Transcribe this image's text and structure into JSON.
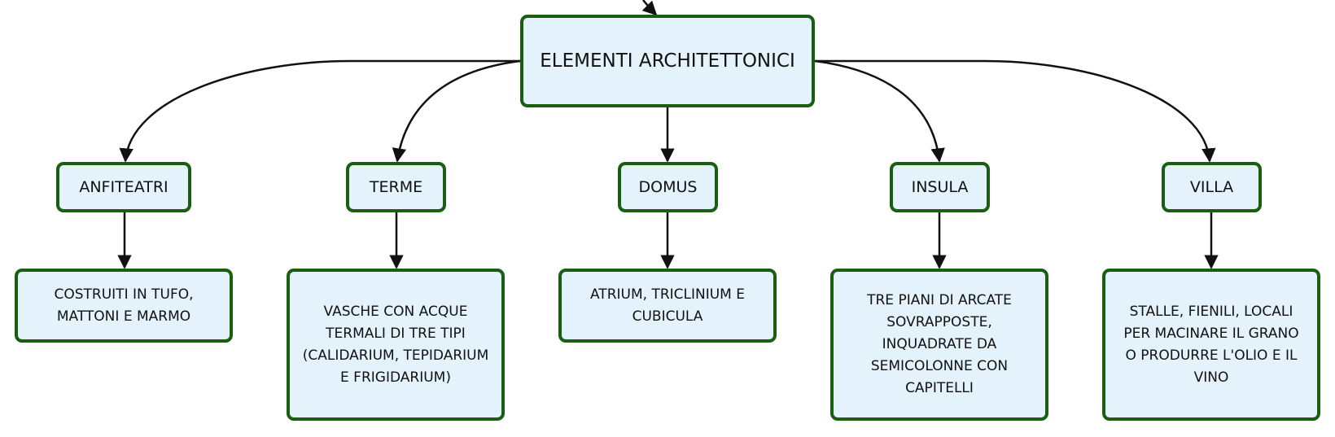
{
  "root": {
    "label": "ELEMENTI ARCHITETTONICI"
  },
  "categories": [
    {
      "label": "ANFITEATRI",
      "description": "COSTRUITI IN TUFO,\nMATTONI E MARMO"
    },
    {
      "label": "TERME",
      "description": "VASCHE CON ACQUE\nTERMALI DI TRE TIPI\n(CALIDARIUM, TEPIDARIUM\nE FRIGIDARIUM)"
    },
    {
      "label": "DOMUS",
      "description": "ATRIUM, TRICLINIUM E\nCUBICULA"
    },
    {
      "label": "INSULA",
      "description": "TRE PIANI DI ARCATE\nSOVRAPPOSTE,\nINQUADRATE DA\nSEMICOLONNE CON\nCAPITELLI"
    },
    {
      "label": "VILLA",
      "description": "STALLE, FIENILI, LOCALI\nPER MACINARE IL GRANO\nO PRODURRE L'OLIO E IL\nVINO"
    }
  ],
  "colors": {
    "node_fill": "#e3f2fb",
    "node_border": "#1a5e12",
    "edge": "#111111"
  }
}
